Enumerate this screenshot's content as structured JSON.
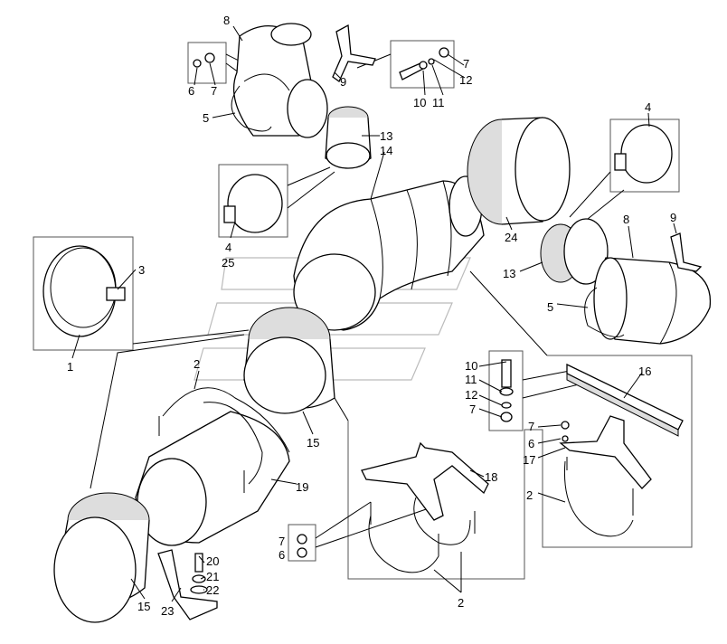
{
  "diagram": {
    "title": "Exhaust pipe assembly parts diagram",
    "callouts": {
      "c8a": "8",
      "c6a": "6",
      "c7a": "7",
      "c9a": "9",
      "c10a": "10",
      "c11a": "11",
      "c12a": "12",
      "c7b": "7",
      "c5a": "5",
      "c13a": "13",
      "c14": "14",
      "c4a": "4",
      "c25": "25",
      "c3": "3",
      "c1": "1",
      "c24": "24",
      "c4b": "4",
      "c9b": "9",
      "c8b": "8",
      "c13b": "13",
      "c5b": "5",
      "c16": "16",
      "c10b": "10",
      "c11b": "11",
      "c12b": "12",
      "c7c": "7",
      "c15a": "15",
      "c2a": "2",
      "c19": "19",
      "c7d": "7",
      "c6b": "6",
      "c17": "17",
      "c2b": "2",
      "c18": "18",
      "c7e": "7",
      "c6c": "6",
      "c20": "20",
      "c21": "21",
      "c22": "22",
      "c23": "23",
      "c15b": "15",
      "c2c": "2"
    }
  }
}
